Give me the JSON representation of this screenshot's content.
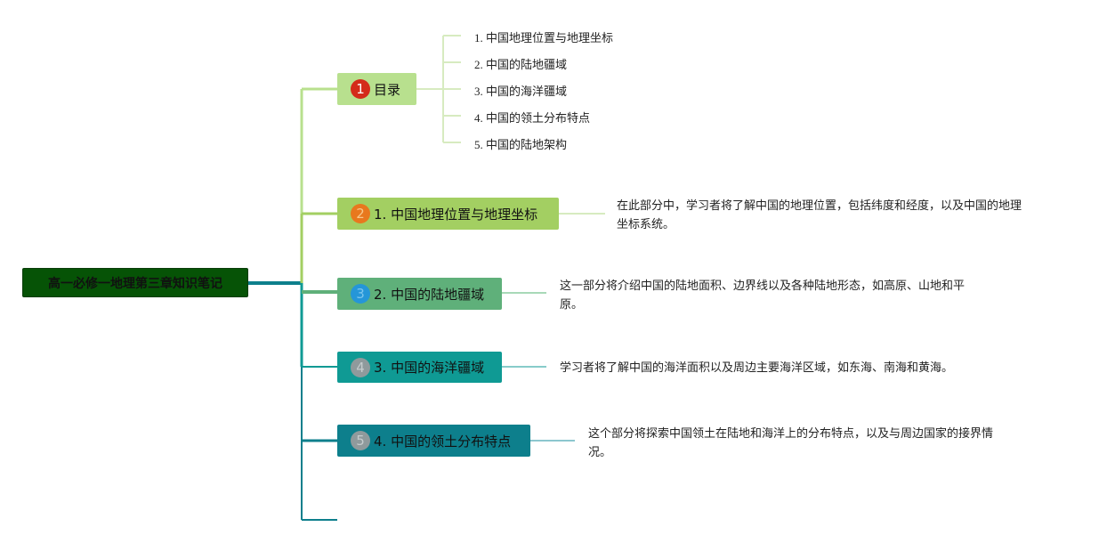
{
  "root": {
    "label": "高一必修一地理第三章知识笔记"
  },
  "colors": {
    "root_bg": "#065306",
    "branch_1": "#b8e08e",
    "branch_2": "#a3cf62",
    "branch_3": "#5fb07a",
    "branch_4": "#0f9a94",
    "branch_5": "#0d7f8c"
  },
  "branches": [
    {
      "badge": "1",
      "label": "目录",
      "children": [
        "1. 中国地理位置与地理坐标",
        "2. 中国的陆地疆域",
        "3. 中国的海洋疆域",
        "4. 中国的领土分布特点",
        "5. 中国的陆地架构"
      ]
    },
    {
      "badge": "2",
      "label": "1. 中国地理位置与地理坐标",
      "desc": [
        "在此部分中，学习者将了解中国的地理位置，包括纬度和经度，以及中国的地理",
        "坐标系统。"
      ]
    },
    {
      "badge": "3",
      "label": "2. 中国的陆地疆域",
      "desc": [
        "这一部分将介绍中国的陆地面积、边界线以及各种陆地形态，如高原、山地和平",
        "原。"
      ]
    },
    {
      "badge": "4",
      "label": "3. 中国的海洋疆域",
      "desc": [
        "学习者将了解中国的海洋面积以及周边主要海洋区域，如东海、南海和黄海。"
      ]
    },
    {
      "badge": "5",
      "label": "4. 中国的领土分布特点",
      "desc": [
        "这个部分将探索中国领土在陆地和海洋上的分布特点，以及与周边国家的接界情",
        "况。"
      ]
    }
  ]
}
